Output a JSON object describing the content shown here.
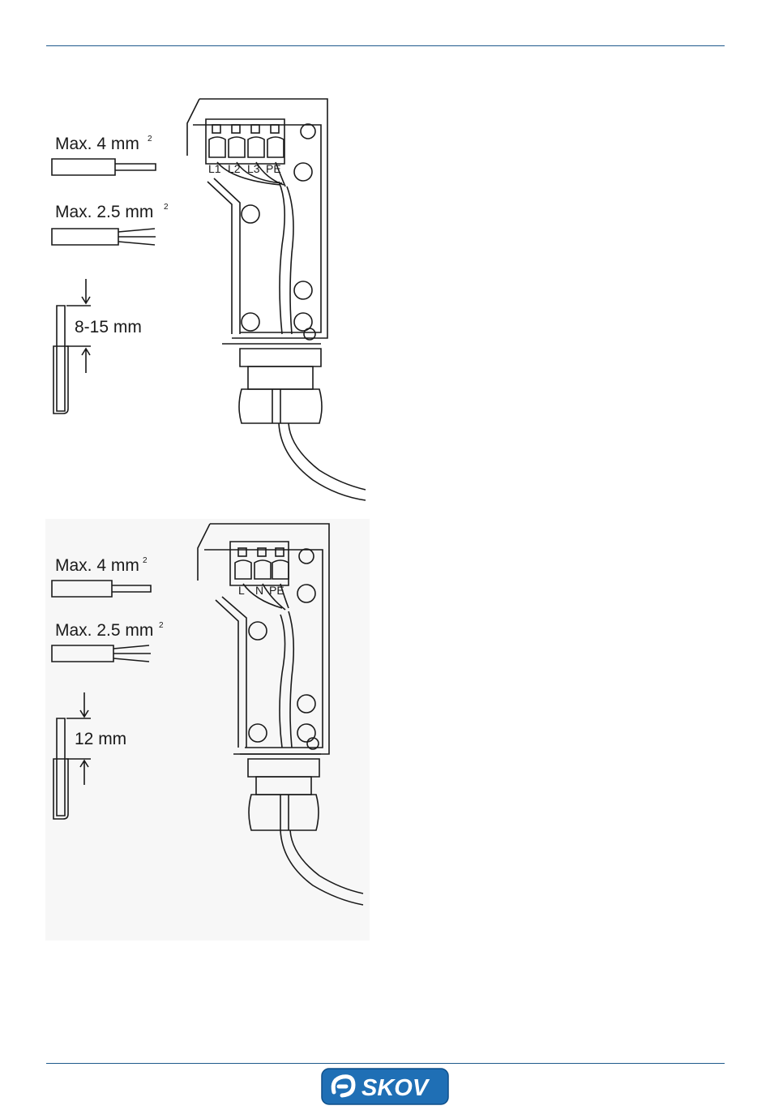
{
  "figure_one": {
    "solid_label": "Max. 4 mm",
    "solid_sup": "2",
    "stranded_label": "Max. 2.5 mm",
    "stranded_sup": "2",
    "strip_label": "8-15 mm",
    "terminals": [
      "L1",
      "L2",
      "L3",
      "PE"
    ]
  },
  "figure_two": {
    "solid_label": "Max. 4 mm",
    "solid_sup": "2",
    "stranded_label": "Max. 2.5 mm",
    "stranded_sup": "2",
    "strip_label": "12 mm",
    "terminals": [
      "L",
      "N",
      "PE"
    ]
  },
  "footer": {
    "logo_text": "SKOV",
    "logo_color": "#1f6fb5"
  },
  "colors": {
    "rule": "#1f5a8c",
    "line": "#1a1a1a"
  }
}
